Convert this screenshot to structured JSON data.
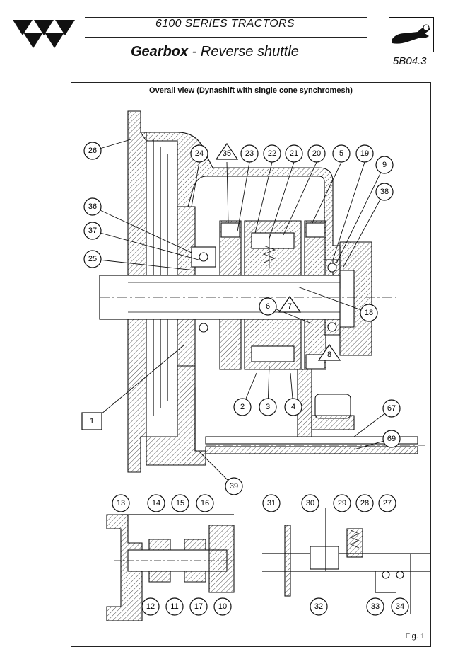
{
  "header": {
    "series_title": "6100 SERIES TRACTORS",
    "section_bold": "Gearbox",
    "section_rest": " - Reverse shuttle",
    "page_code": "5B04.3"
  },
  "figure": {
    "title": "Overall view (Dynashift with single cone synchromesh)",
    "fig_label": "Fig. 1"
  },
  "callouts": {
    "main": [
      "26",
      "24",
      "35",
      "23",
      "22",
      "21",
      "20",
      "5",
      "19",
      "9",
      "38",
      "36",
      "37",
      "25",
      "18",
      "6",
      "7",
      "8",
      "2",
      "3",
      "4",
      "1",
      "67",
      "69",
      "39"
    ],
    "lower_left": [
      "13",
      "14",
      "15",
      "16",
      "12",
      "11",
      "17",
      "10"
    ],
    "lower_right": [
      "31",
      "30",
      "29",
      "28",
      "27",
      "32",
      "33",
      "34"
    ]
  }
}
